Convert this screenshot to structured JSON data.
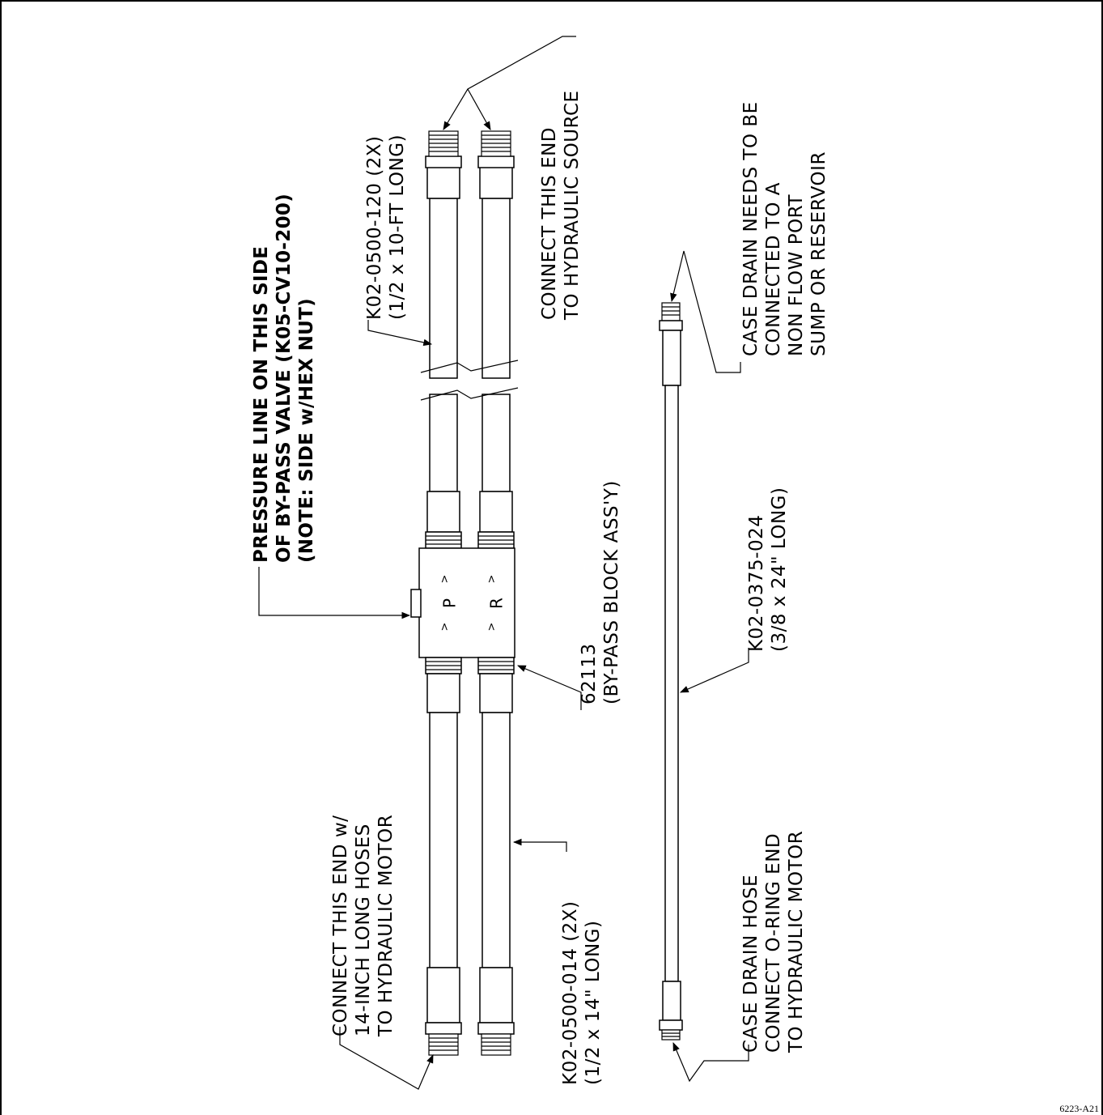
{
  "labels": {
    "pressure_line": [
      "PRESSURE LINE ON THIS SIDE",
      "OF BY-PASS VALVE (K05-CV10-200)",
      "(NOTE:  SIDE w/HEX NUT)"
    ],
    "long_hose": [
      "K02-0500-120 (2X)",
      "(1/2 x 10-FT LONG)"
    ],
    "hydraulic_source": [
      "CONNECT THIS END",
      "TO HYDRAULIC SOURCE"
    ],
    "case_drain_reservoir": [
      "CASE DRAIN NEEDS TO BE",
      "CONNECTED TO A",
      "NON FLOW PORT",
      "SUMP OR RESERVOIR"
    ],
    "bypass_block": [
      "62113",
      "(BY-PASS BLOCK ASS'Y)"
    ],
    "drain_hose": [
      "K02-0375-024",
      "(3/8 x 24\" LONG)"
    ],
    "connect_motor": [
      "CONNECT THIS END w/",
      "14-INCH LONG HOSES",
      "TO HYDRAULIC MOTOR"
    ],
    "short_hose": [
      "K02-0500-014 (2X)",
      "(1/2 x 14\" LONG)"
    ],
    "case_drain_motor": [
      "CASE DRAIN HOSE",
      "CONNECT O-RING END",
      "TO HYDRAULIC MOTOR"
    ]
  },
  "block": {
    "port_p": "P",
    "port_r": "R"
  },
  "drawing_number": "6223-A21"
}
